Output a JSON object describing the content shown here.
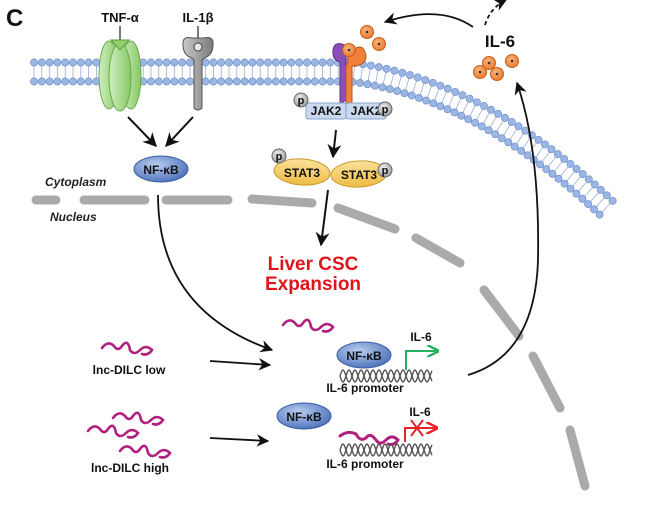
{
  "panel_label": "C",
  "ligands": {
    "tnf": "TNF-α",
    "il1b": "IL-1β",
    "il6": "IL-6"
  },
  "compartments": {
    "cytoplasm": "Cytoplasm",
    "nucleus": "Nucleus"
  },
  "proteins": {
    "nfkb": "NF-κB",
    "jak2_left": "JAK2",
    "jak2_right": "JAK2",
    "stat3_left": "STAT3",
    "stat3_right": "STAT3",
    "phospho": "p"
  },
  "outcome": {
    "line1": "Liver CSC",
    "line2": "Expansion"
  },
  "conditions": {
    "low": "lnc-DILC low",
    "high": "lnc-DILC high"
  },
  "promoter": {
    "label": "IL-6 promoter",
    "gene": "IL-6"
  },
  "colors": {
    "membrane_head": "#9bb6e4",
    "membrane_stroke": "#6f8fc8",
    "tnf_receptor": "#9fd483",
    "il1_receptor": "#8c8c8c",
    "il6_particle": "#f08a3c",
    "il6r_purple": "#8a4fb8",
    "il6r_orange": "#f0803a",
    "nfkb": "#5b80c4",
    "stat3": "#f4c55a",
    "jak2": "#c9d9ee",
    "lncrna": "#b0207e",
    "nuclear_envelope": "#aaaaaa",
    "outcome_text": "#e0141a",
    "active_arrow": "#25b060",
    "blocked_arrow": "#e8242a"
  }
}
